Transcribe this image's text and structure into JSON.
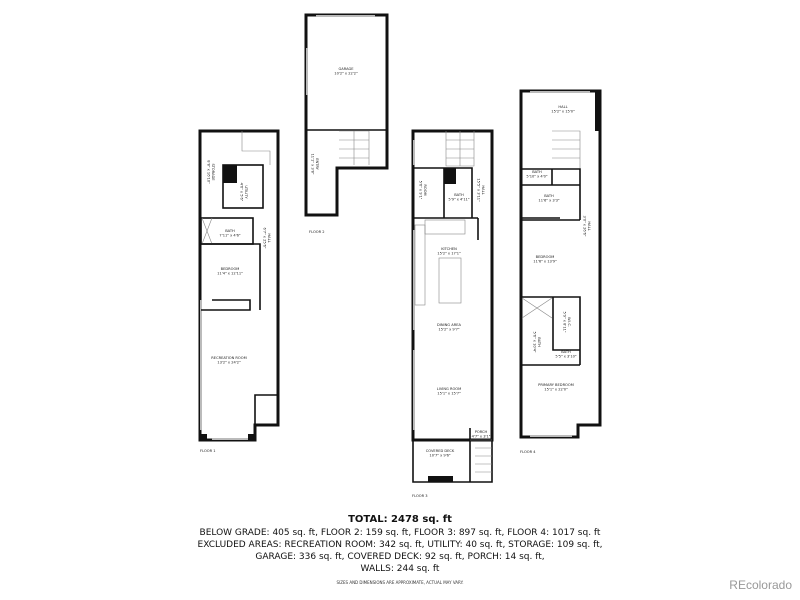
{
  "floors": {
    "floor1": {
      "label": "FLOOR 1",
      "rooms": [
        {
          "name": "STORAGE",
          "dims": "8'8\" x 16'10\""
        },
        {
          "name": "UTILITY",
          "dims": "4'6\" x 5'6\""
        },
        {
          "name": "BATH",
          "dims": "7'11\" x 4'6\""
        },
        {
          "name": "HALL",
          "dims": "6'7\" x 25'6\""
        },
        {
          "name": "BEDROOM",
          "dims": "11'4\" x 12'11\""
        },
        {
          "name": "RECREATION ROOM",
          "dims": "13'2\" x 24'2\""
        }
      ]
    },
    "floor2": {
      "label": "FLOOR 2",
      "rooms": [
        {
          "name": "GARAGE",
          "dims": "10'2\" x 22'2\""
        },
        {
          "name": "ENTRY",
          "dims": "11'1\" x 3'8\""
        }
      ]
    },
    "floor3": {
      "label": "FLOOR 3",
      "rooms": [
        {
          "name": "ROOM",
          "dims": "5'6\" x 9'1\""
        },
        {
          "name": "BATH",
          "dims": "5'9\" x 4'11\""
        },
        {
          "name": "HALL",
          "dims": "15'5\" x 3'11\""
        },
        {
          "name": "KITCHEN",
          "dims": "15'2\" x 17'1\""
        },
        {
          "name": "DINING AREA",
          "dims": "15'2\" x 9'7\""
        },
        {
          "name": "LIVING ROOM",
          "dims": "15'1\" x 15'7\""
        },
        {
          "name": "PORCH",
          "dims": "4'7\" x 3'1\""
        },
        {
          "name": "COVERED DECK",
          "dims": "10'7\" x 9'6\""
        }
      ]
    },
    "floor4": {
      "label": "FLOOR 4",
      "rooms": [
        {
          "name": "HALL",
          "dims": "15'2\" x 15'0\""
        },
        {
          "name": "BATH",
          "dims": "5'10\" x 4'0\""
        },
        {
          "name": "BATH",
          "dims": "11'6\" x 3'3\""
        },
        {
          "name": "HALL",
          "dims": "3'0\" x 26'6\""
        },
        {
          "name": "BEDROOM",
          "dims": "11'6\" x 13'9\""
        },
        {
          "name": "W.I.C.",
          "dims": "5'9\" x 8'11\""
        },
        {
          "name": "BATH",
          "dims": "5'6\" x 10'4\""
        },
        {
          "name": "BATH",
          "dims": "5'5\" x 3'10\""
        },
        {
          "name": "PRIMARY BEDROOM",
          "dims": "15'1\" x 22'0\""
        }
      ]
    }
  },
  "summary": {
    "total": "TOTAL: 2478 sq. ft",
    "line1": "BELOW GRADE: 405 sq. ft, FLOOR 2: 159 sq. ft, FLOOR 3: 897 sq. ft, FLOOR 4: 1017 sq. ft",
    "line2": "EXCLUDED AREAS: RECREATION ROOM: 342 sq. ft, UTILITY: 40 sq. ft, STORAGE: 109 sq. ft,",
    "line3": "GARAGE: 336 sq. ft, COVERED DECK: 92 sq. ft, PORCH: 14 sq. ft,",
    "line4": "WALLS: 244 sq. ft",
    "disclaimer": "SIZES AND DIMENSIONS ARE APPROXIMATE, ACTUAL MAY VARY."
  },
  "brand": "REcolorado"
}
